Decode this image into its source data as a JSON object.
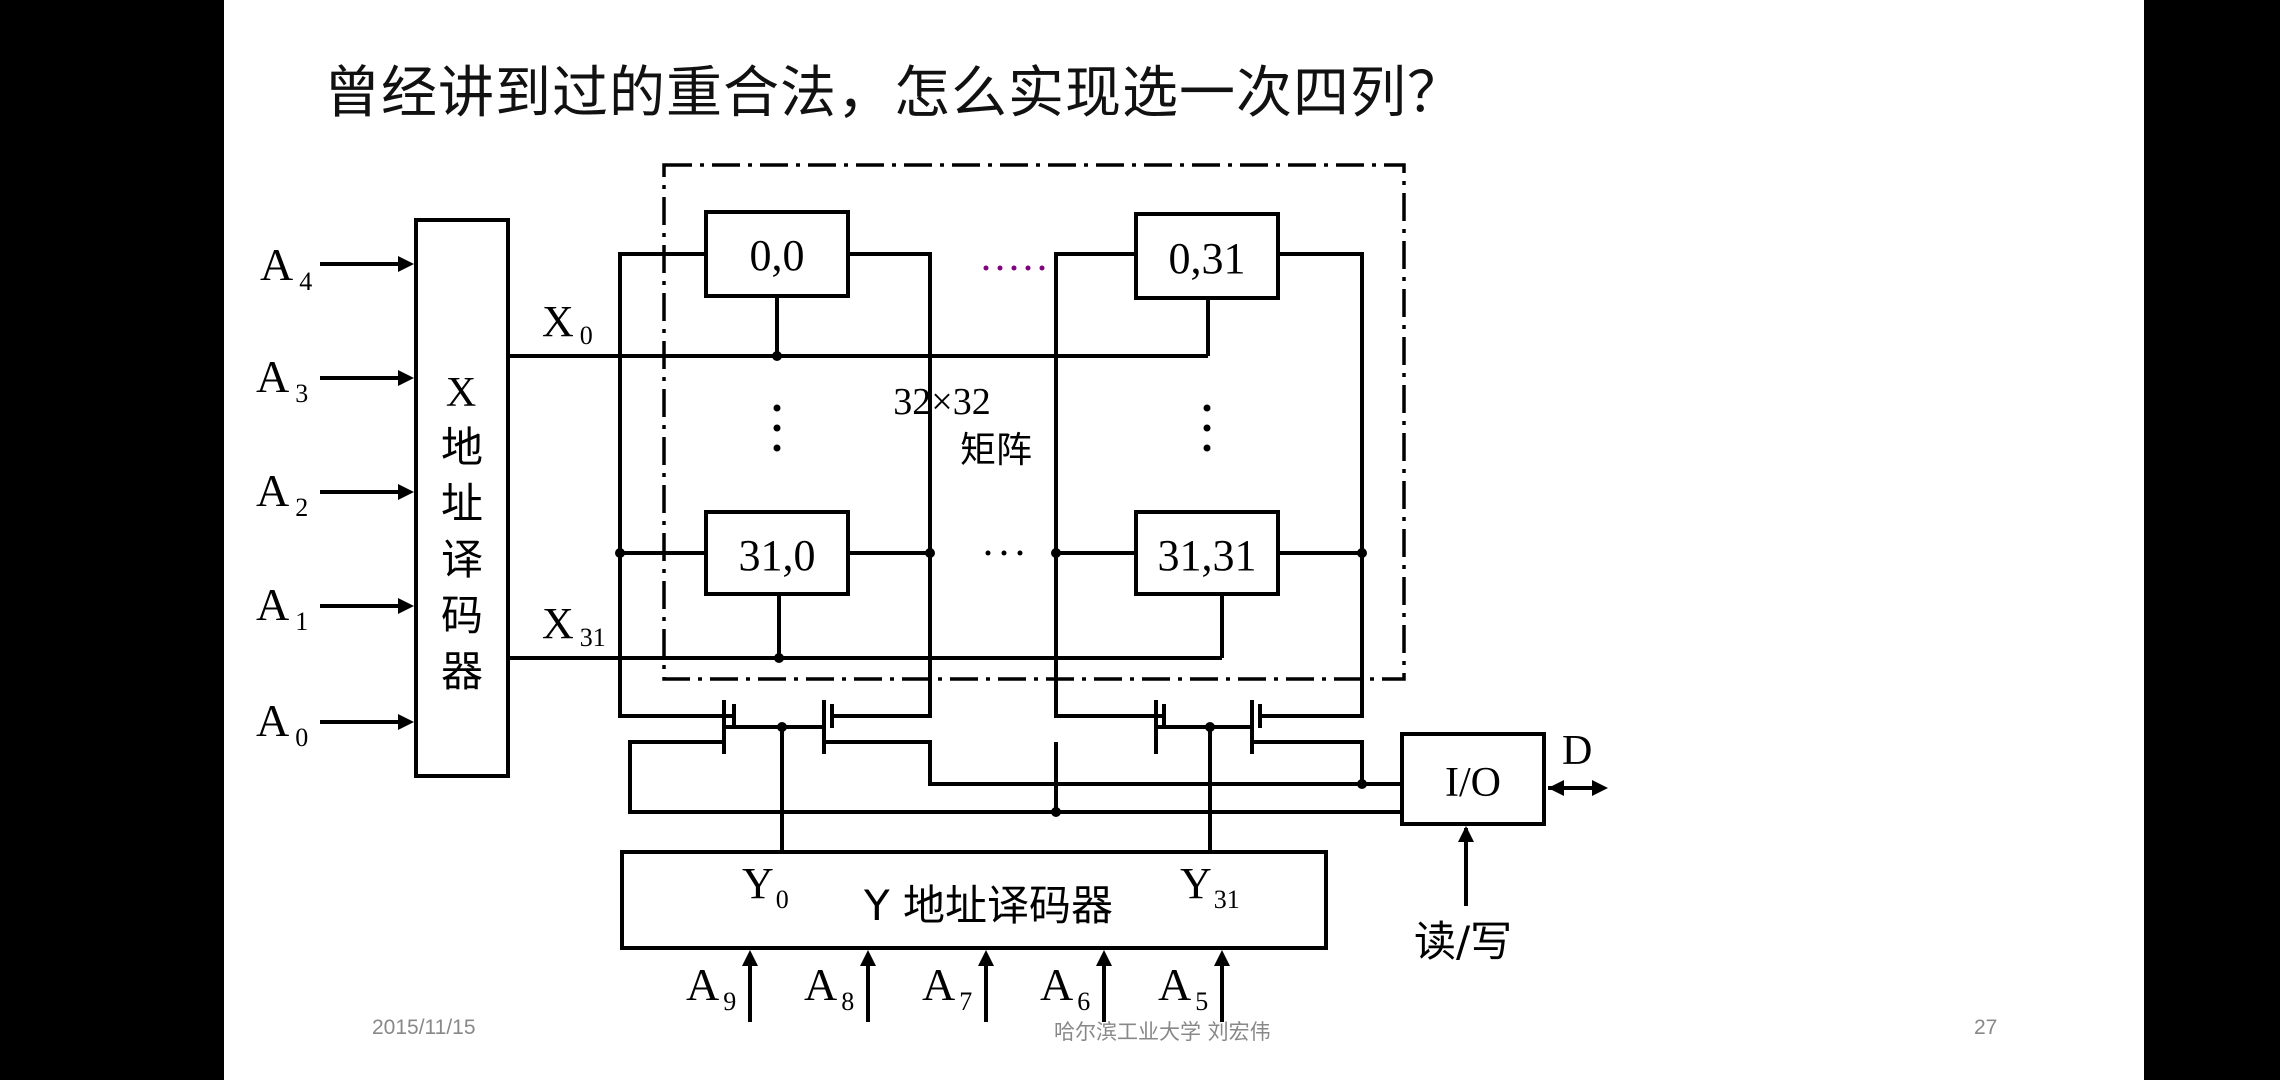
{
  "slide": {
    "title": "曾经讲到过的重合法，怎么实现选一次四列？",
    "footer": {
      "date": "2015/11/15",
      "author": "哈尔滨工业大学  刘宏伟",
      "page": "27"
    }
  },
  "diagram": {
    "address_inputs_x": [
      "A",
      "A",
      "A",
      "A",
      "A"
    ],
    "address_inputs_x_sub": [
      "4",
      "3",
      "2",
      "1",
      "0"
    ],
    "x_decoder_chars": [
      "X",
      "地",
      "址",
      "译",
      "码",
      "器"
    ],
    "x_lines": {
      "x0": "X",
      "x0_sub": "0",
      "x31": "X",
      "x31_sub": "31"
    },
    "cells": {
      "top_left": "0,0",
      "top_right": "0,31",
      "bottom_left": "31,0",
      "bottom_right": "31,31"
    },
    "matrix_label_line1": "32×32",
    "matrix_label_line2": "矩阵",
    "y_decoder": {
      "label": "Y 地址译码器",
      "y0": "Y",
      "y0_sub": "0",
      "y31": "Y",
      "y31_sub": "31"
    },
    "address_inputs_y": [
      "A",
      "A",
      "A",
      "A",
      "A"
    ],
    "address_inputs_y_sub": [
      "9",
      "8",
      "7",
      "6",
      "5"
    ],
    "io": {
      "label": "I/O",
      "data": "D",
      "rw": "读/写"
    },
    "colors": {
      "line": "#000000",
      "ellipsis_accent": "#800080"
    }
  }
}
